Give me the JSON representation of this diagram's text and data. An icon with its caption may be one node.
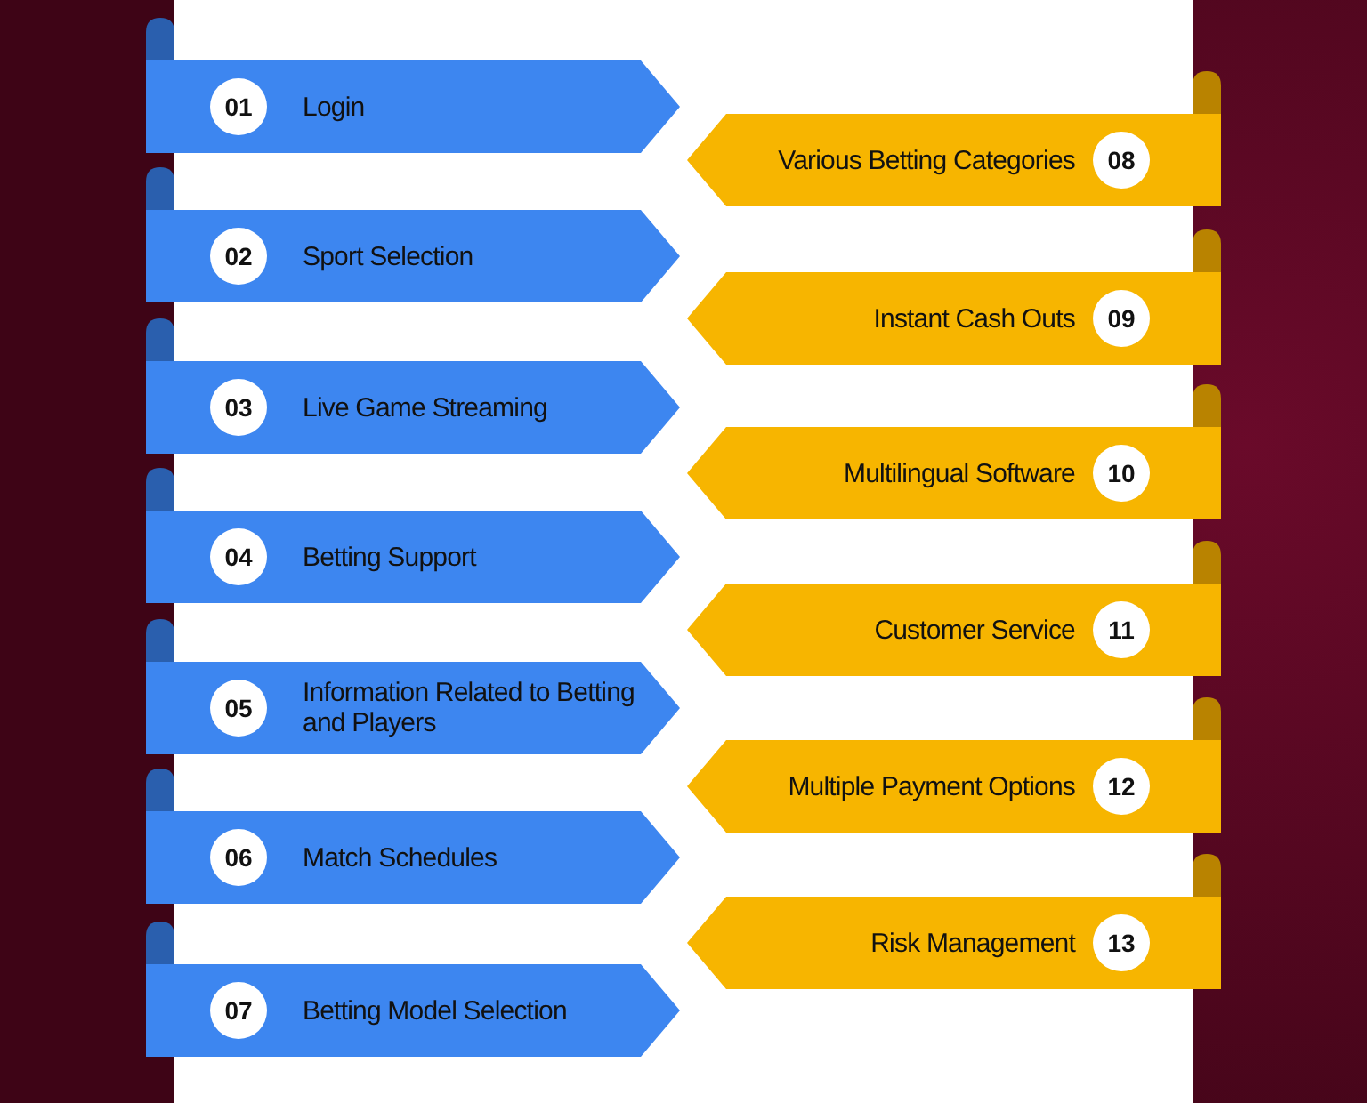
{
  "diagram": {
    "nodes": [
      {
        "text": [
          "01",
          "Login"
        ]
      },
      {
        "text": [
          "02",
          "Sport Selection"
        ]
      },
      {
        "text": [
          "03",
          "Live Game Streaming"
        ]
      },
      {
        "text": [
          "04",
          "Betting Support"
        ]
      },
      {
        "text": [
          "05",
          "Information Related to Betting and Players"
        ]
      },
      {
        "text": [
          "06",
          "Match Schedules"
        ]
      },
      {
        "text": [
          "07",
          "Betting Model Selection"
        ]
      },
      {
        "text": [
          "Various Betting Categories",
          "08"
        ]
      },
      {
        "text": [
          "Instant Cash Outs",
          "09"
        ]
      },
      {
        "text": [
          "Multilingual Software",
          "10"
        ]
      },
      {
        "text": [
          "Customer Service",
          "11"
        ]
      },
      {
        "text": [
          "Multiple Payment Options",
          "12"
        ]
      },
      {
        "text": [
          "Risk Management",
          "13"
        ]
      }
    ]
  }
}
